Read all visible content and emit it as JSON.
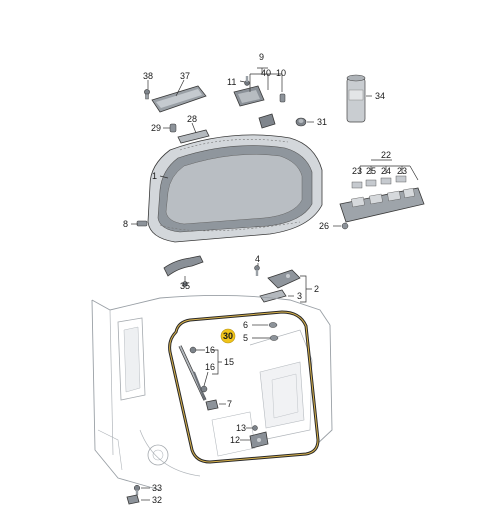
{
  "colors": {
    "part_fill": "#c8ccd0",
    "part_dark": "#6b7077",
    "part_light": "#e6e8ea",
    "body_line": "#8a9096",
    "seal": "#2a2a2a",
    "seal_gold": "#d9b24a",
    "highlight_badge": "#f0c419"
  },
  "callouts": {
    "c38": "38",
    "c37": "37",
    "c9": "9",
    "c40": "40",
    "c10": "10",
    "c11": "11",
    "c34": "34",
    "c28": "28",
    "c29": "29",
    "c31": "31",
    "c1": "1",
    "c22": "22",
    "c23a": "23",
    "c25": "25",
    "c24": "24",
    "c23b": "23",
    "c8": "8",
    "c26": "26",
    "c4": "4",
    "c35": "35",
    "c2": "2",
    "c3": "3",
    "c30": "30",
    "c6": "6",
    "c5": "5",
    "c16a": "16",
    "c15": "15",
    "c16b": "16",
    "c7": "7",
    "c13": "13",
    "c12": "12",
    "c33": "33",
    "c32": "32"
  }
}
